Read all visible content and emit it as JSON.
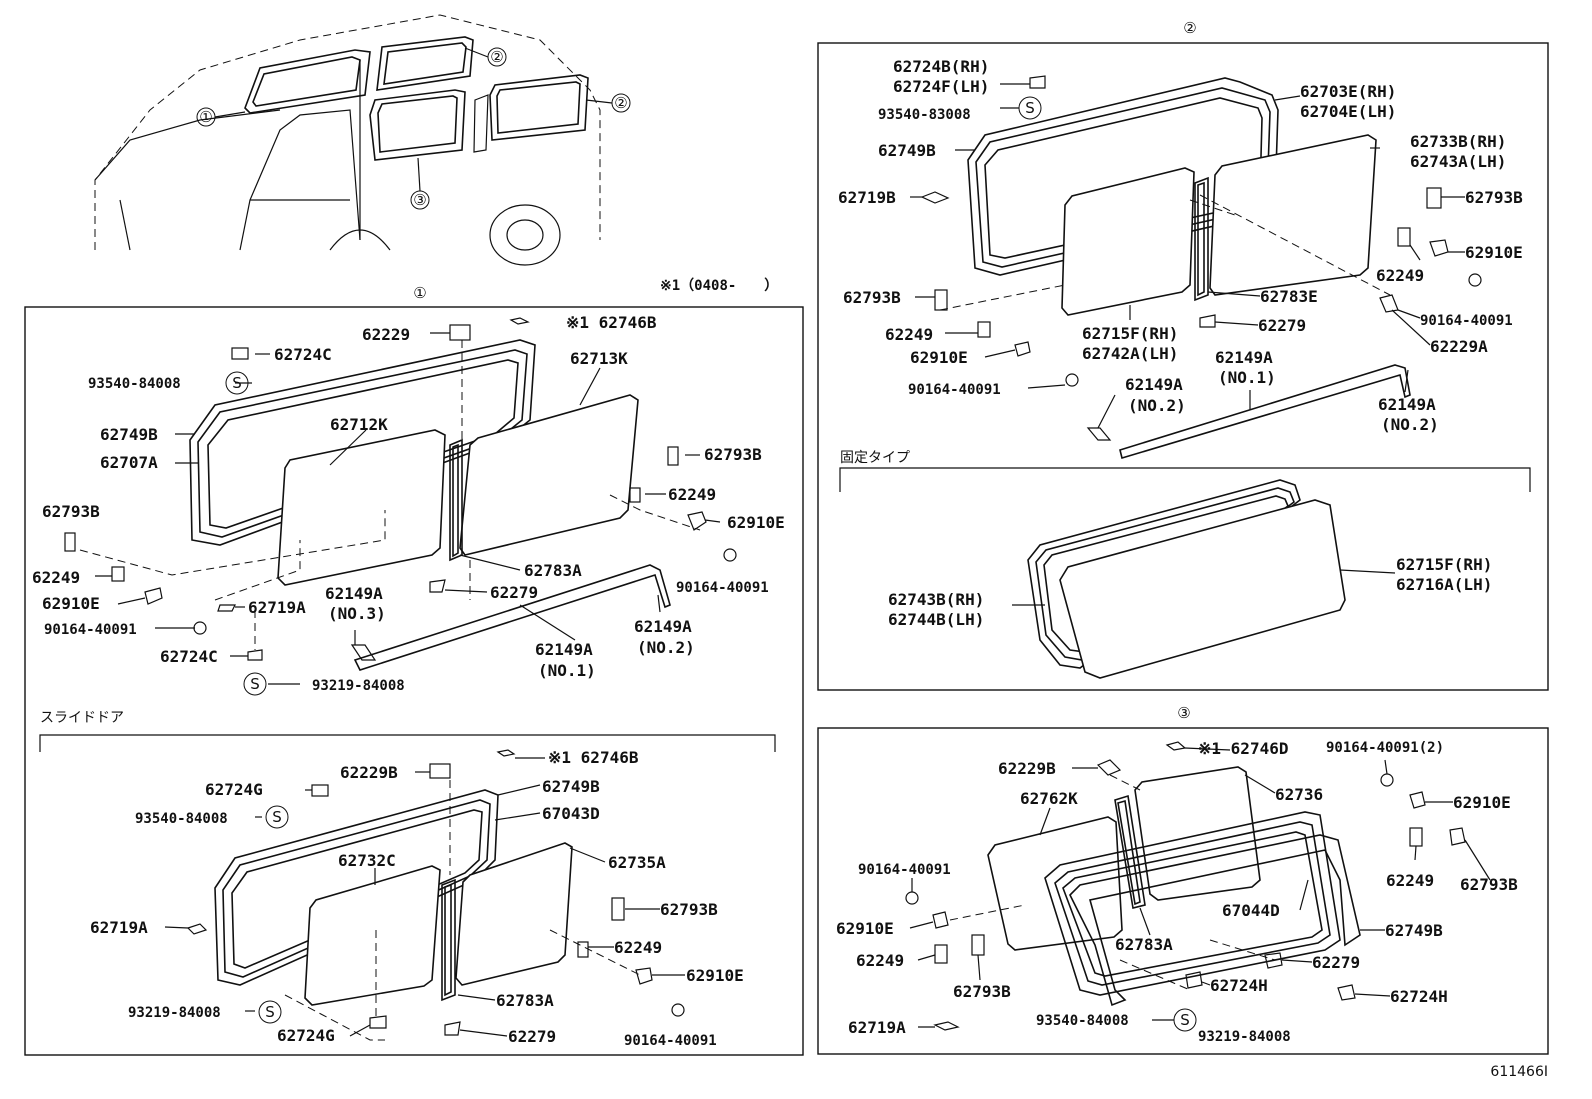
{
  "callouts": {
    "c1": "①",
    "c2": "②",
    "c3": "③",
    "s": "S"
  },
  "note_top": "※1（0408-　　）",
  "overview": {
    "c1": "①",
    "c2a": "②",
    "c2b": "②",
    "c3": "③"
  },
  "section1": {
    "title": "①",
    "labels": {
      "l62229": "62229",
      "l62746B": "※1 62746B",
      "l62724C": "62724C",
      "l93540": "93540-84008",
      "l62713K": "62713K",
      "l62749B": "62749B",
      "l62707A": "62707A",
      "l62712K": "62712K",
      "l62793B_r": "62793B",
      "l62249_r": "62249",
      "l62910E_r": "62910E",
      "l90164_r": "90164-40091",
      "l62793B_l": "62793B",
      "l62249_l": "62249",
      "l62910E_l": "62910E",
      "l90164_l": "90164-40091",
      "l62783A": "62783A",
      "l62279": "62279",
      "l62719A": "62719A",
      "l62149A_3": "62149A",
      "l62149A_3n": "(NO.3)",
      "l62149A_1": "62149A",
      "l62149A_1n": "(NO.1)",
      "l62149A_2": "62149A",
      "l62149A_2n": "(NO.2)",
      "l62724C_b": "62724C",
      "l93219": "93219-84008"
    },
    "sub_title": "スライドドア",
    "sub_labels": {
      "l62229B": "62229B",
      "l62746B": "※1 62746B",
      "l62724G": "62724G",
      "l62749B": "62749B",
      "l93540": "93540-84008",
      "l67043D": "67043D",
      "l62732C": "62732C",
      "l62735A": "62735A",
      "l62719A": "62719A",
      "l62793B": "62793B",
      "l62249": "62249",
      "l62910E": "62910E",
      "l93219": "93219-84008",
      "l62783A": "62783A",
      "l62724G_b": "62724G",
      "l62279": "62279",
      "l90164": "90164-40091"
    }
  },
  "section2": {
    "title": "②",
    "labels": {
      "l62724B": "62724B(RH)",
      "l62724F": "62724F(LH)",
      "l93540": "93540-83008",
      "l62703E": "62703E(RH)",
      "l62704E": "62704E(LH)",
      "l62749B": "62749B",
      "l62733B": "62733B(RH)",
      "l62743A": "62743A(LH)",
      "l62719B": "62719B",
      "l62793B_r": "62793B",
      "l62910E_r": "62910E",
      "l62249_r": "62249",
      "l90164_r": "90164-40091",
      "l62229A": "62229A",
      "l62793B_l": "62793B",
      "l62249_l": "62249",
      "l62910E_l": "62910E",
      "l90164_l": "90164-40091",
      "l62783E": "62783E",
      "l62279": "62279",
      "l62715F": "62715F(RH)",
      "l62742A": "62742A(LH)",
      "l62149A_a": "62149A",
      "l62149A_an": "(NO.1)",
      "l62149A_b": "62149A",
      "l62149A_bn": "(NO.2)",
      "l62149A_c": "62149A",
      "l62149A_cn": "(NO.2)"
    },
    "sub_title": "固定タイプ",
    "sub_labels": {
      "l62715F": "62715F(RH)",
      "l62716A": "62716A(LH)",
      "l62743B": "62743B(RH)",
      "l62744B": "62744B(LH)"
    }
  },
  "section3": {
    "title": "③",
    "labels": {
      "l62229B": "62229B",
      "l62746D": "※1 62746D",
      "l90164_t": "90164-40091(2)",
      "l62910E_r": "62910E",
      "l62762K": "62762K",
      "l62736": "62736",
      "l90164_l": "90164-40091",
      "l62249_r": "62249",
      "l62793B_r": "62793B",
      "l67044D": "67044D",
      "l62910E_l": "62910E",
      "l62783A": "62783A",
      "l62749B": "62749B",
      "l62249_l": "62249",
      "l62279": "62279",
      "l62793B_l": "62793B",
      "l62724H_a": "62724H",
      "l62724H_b": "62724H",
      "l62719A": "62719A",
      "l93540": "93540-84008",
      "l93219": "93219-84008"
    }
  },
  "footer_code": "611466I"
}
